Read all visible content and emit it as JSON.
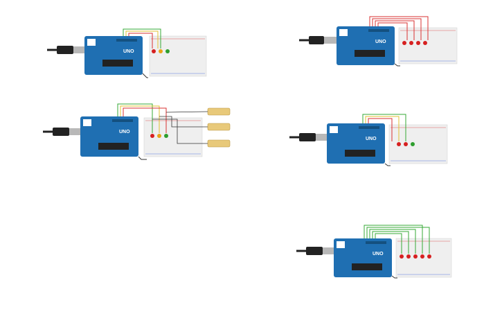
{
  "circuits": [
    {
      "id": "circuit-1",
      "board_brand": "UNO",
      "led_colors": [
        "#d62020",
        "#e8a317",
        "#2e9e2e"
      ],
      "resistor_count": 0
    },
    {
      "id": "circuit-2",
      "board_brand": "UNO",
      "led_colors": [
        "#d62020",
        "#d62020",
        "#d62020",
        "#d62020"
      ],
      "resistor_count": 0
    },
    {
      "id": "circuit-3",
      "board_brand": "UNO",
      "led_colors": [
        "#d62020",
        "#e8a317",
        "#2e9e2e"
      ],
      "resistor_count": 3
    },
    {
      "id": "circuit-4",
      "board_brand": "UNO",
      "led_colors": [
        "#d62020",
        "#d62020",
        "#2e9e2e"
      ],
      "resistor_count": 0
    },
    {
      "id": "circuit-5",
      "board_brand": "UNO",
      "led_colors": [
        "#d62020",
        "#d62020",
        "#d62020",
        "#d62020",
        "#d62020"
      ],
      "resistor_count": 0
    }
  ],
  "colors": {
    "board": "#1f6fb2",
    "board_dark": "#14507f",
    "breadboard": "#efefef",
    "breadboard_line_red": "#e05a5a",
    "breadboard_line_blue": "#5a7fe0",
    "cable": "#222222",
    "usb": "#b8b8b8",
    "resistor": "#e8c97a",
    "wire_red": "#d93030",
    "wire_green": "#35a835",
    "wire_yellow": "#e0c030",
    "wire_black": "#333333"
  }
}
